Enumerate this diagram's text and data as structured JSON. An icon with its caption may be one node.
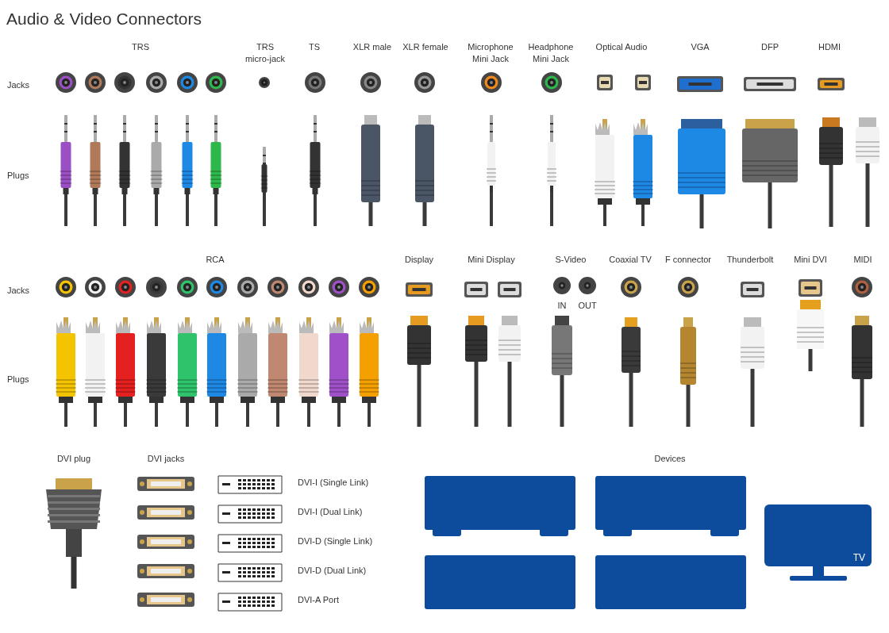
{
  "diagram": {
    "title": "Audio & Video Connectors",
    "nodes": [
      {
        "text": [],
        "shape": "box"
      },
      {
        "text": [],
        "shape": "box"
      },
      {
        "text": [],
        "shape": "box"
      },
      {
        "text": [],
        "shape": "box"
      },
      {
        "text": [
          "TV"
        ]
      }
    ],
    "labels": [
      "TRS",
      "TRS micro-jack",
      "TS",
      "XLR male",
      "XLR female",
      "Microphone Mini Jack",
      "Headphone Mini Jack",
      "Optical Audio",
      "VGA",
      "DFP",
      "HDMI",
      "Jacks",
      "Plugs",
      "RCA",
      "Display",
      "Mini Display",
      "S-Video",
      "Coaxial TV",
      "F connector",
      "Thunderbolt",
      "Mini DVI",
      "MIDI",
      "Jacks",
      "IN",
      "OUT",
      "Plugs",
      "DVI plug",
      "DVI jacks",
      "Devices",
      "DVI-I (Single Link)",
      "DVI-I (Dual Link)",
      "DVI-D (Single Link)",
      "DVI-D (Dual Link)",
      "DVI-A Port"
    ]
  }
}
